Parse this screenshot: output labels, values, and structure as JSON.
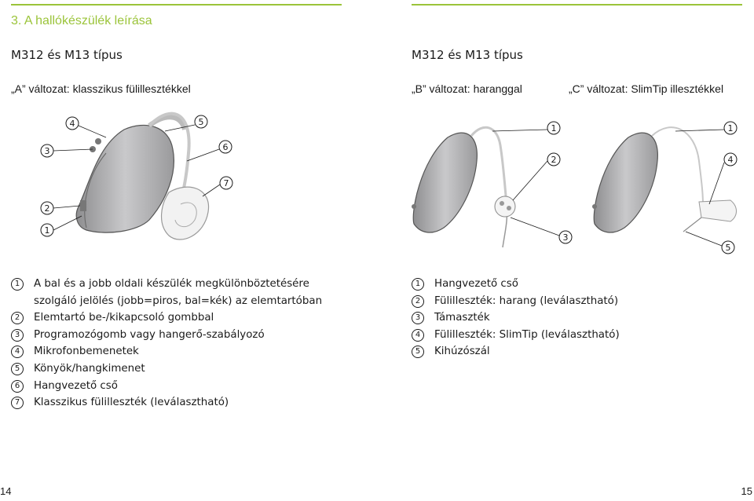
{
  "section_title": "3.   A hallókészülék leírása",
  "left": {
    "heading": "M312 és M13 típus",
    "variant": "„A” változat: klasszikus fülillesztékkel",
    "callouts": [
      "1",
      "2",
      "3",
      "4",
      "5",
      "6",
      "7"
    ],
    "legend": [
      {
        "n": "1",
        "text": "A bal és a jobb oldali készülék megkülönböztetésére szolgáló jelölés (jobb=piros, bal=kék) az elemtartóban"
      },
      {
        "n": "2",
        "text": "Elemtartó be-/kikapcsoló gombbal"
      },
      {
        "n": "3",
        "text": "Programozógomb vagy hangerő-szabályozó"
      },
      {
        "n": "4",
        "text": "Mikrofonbemenetek"
      },
      {
        "n": "5",
        "text": "Könyök/hangkimenet"
      },
      {
        "n": "6",
        "text": "Hangvezető cső"
      },
      {
        "n": "7",
        "text": "Klasszikus fülilleszték (leválasztható)"
      }
    ]
  },
  "right": {
    "heading": "M312 és M13 típus",
    "variant_b": "„B” változat: haranggal",
    "variant_c": "„C” változat: SlimTip illesztékkel",
    "callouts_b": [
      "1",
      "2",
      "3"
    ],
    "callouts_c": [
      "1",
      "4",
      "5"
    ],
    "legend": [
      {
        "n": "1",
        "text": "Hangvezető cső"
      },
      {
        "n": "2",
        "text": "Fülilleszték: harang (leválasztható)"
      },
      {
        "n": "3",
        "text": "Támaszték"
      },
      {
        "n": "4",
        "text": "Fülilleszték: SlimTip (leválasztható)"
      },
      {
        "n": "5",
        "text": "Kihúzószál"
      }
    ]
  },
  "page_left": "14",
  "page_right": "15",
  "colors": {
    "accent": "#9bc43a",
    "device": "#a9a9ab"
  }
}
